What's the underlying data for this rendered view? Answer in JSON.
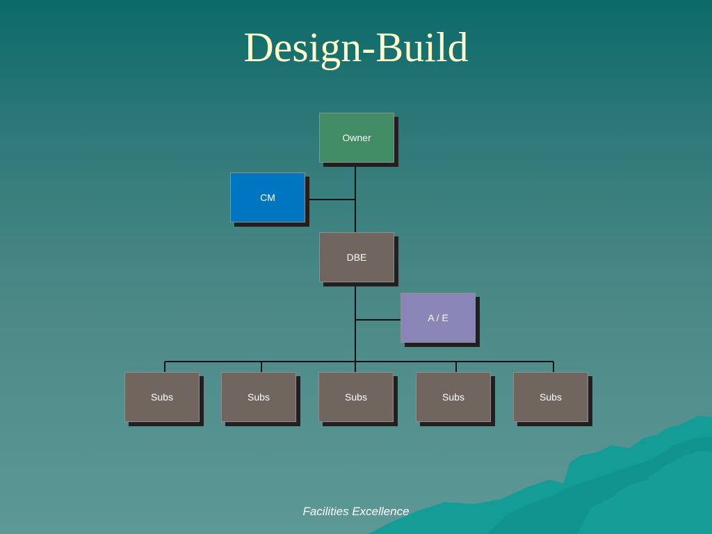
{
  "slide": {
    "title": "Design-Build",
    "footer": "Facilities Excellence"
  },
  "diagram": {
    "nodes": {
      "owner": "Owner",
      "cm": "CM",
      "dbe": "DBE",
      "ae": "A / E",
      "subs": [
        "Subs",
        "Subs",
        "Subs",
        "Subs",
        "Subs"
      ]
    },
    "colors": {
      "owner": "#428d66",
      "cm": "#0076c0",
      "dbe": "#716560",
      "ae": "#8a86b8",
      "subs": "#716560",
      "connector": "#111111",
      "title": "#ffffcc",
      "background_top": "#0b6a69",
      "background_bottom": "#5d9896",
      "mountain": "#149c97"
    }
  }
}
